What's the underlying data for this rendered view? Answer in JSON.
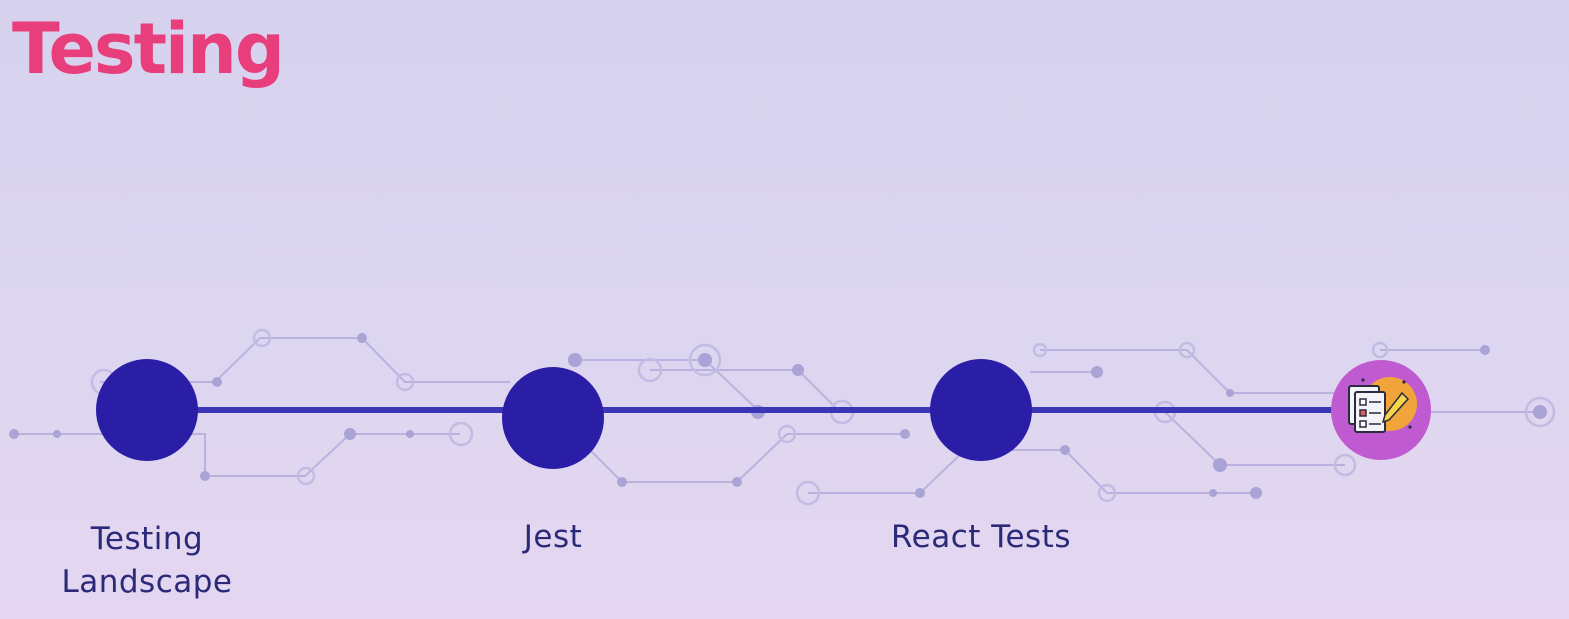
{
  "title": "Testing",
  "colors": {
    "title": "#e83e7c",
    "node": "#2b1ea6",
    "line": "#3b35b8",
    "circuit": "#b7b0dc",
    "label": "#2b2a78",
    "final_ring": "#c05ad0",
    "final_inner": "#f0a43a"
  },
  "steps": [
    {
      "label_lines": [
        "Testing",
        "Landscape"
      ],
      "state": "completed"
    },
    {
      "label_lines": [
        "Jest"
      ],
      "state": "completed"
    },
    {
      "label_lines": [
        "React Tests"
      ],
      "state": "completed"
    },
    {
      "label_lines": [],
      "state": "current",
      "icon": "checklist-pencil-icon"
    }
  ]
}
